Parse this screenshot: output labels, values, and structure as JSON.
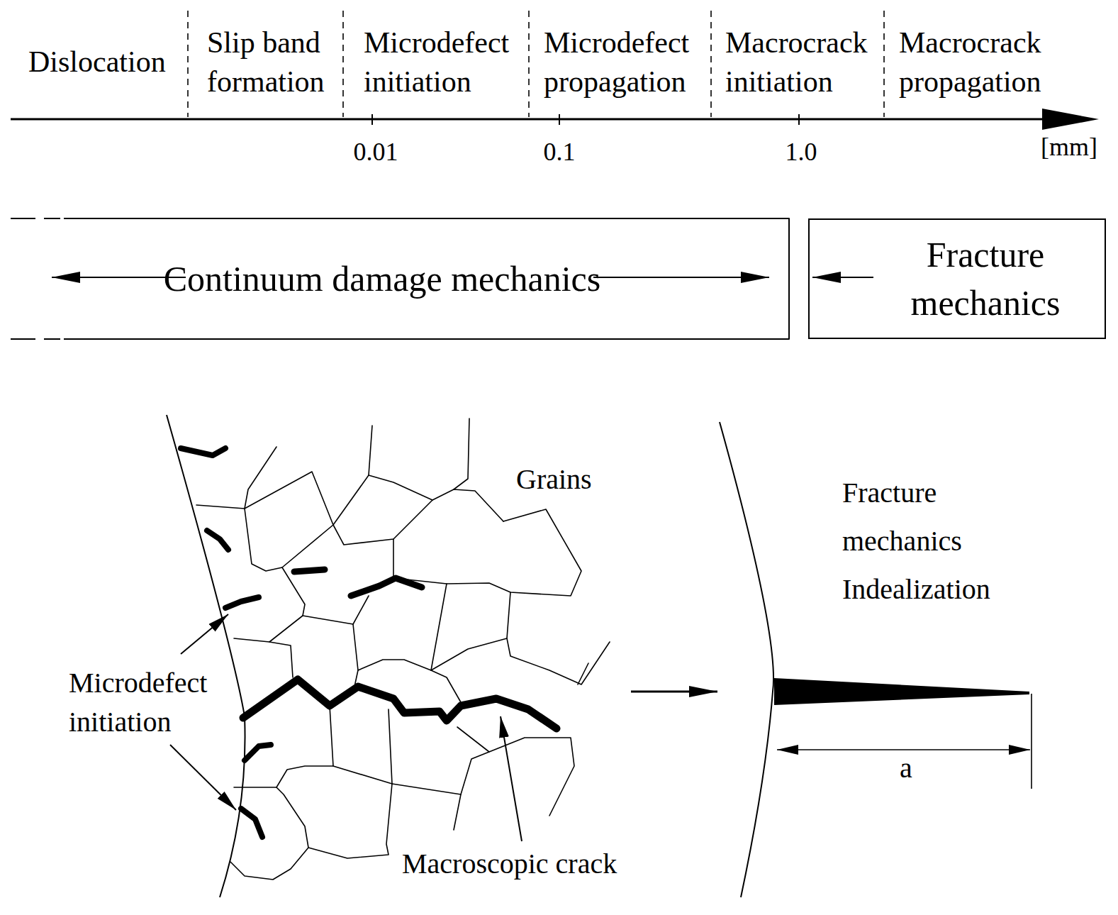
{
  "diagram": {
    "nodes": [
      {
        "text": [
          "Continuum damage mechanics"
        ]
      },
      {
        "text": [
          "Fracture mechanics"
        ]
      }
    ],
    "edges": [],
    "labels": [
      "Dislocation",
      "Slip band formation",
      "Microdefect initiation",
      "Microdefect propagation",
      "Macrocrack initiation",
      "Macrocrack propagation",
      "0.01",
      "0.1",
      "1.0",
      "[mm]",
      "Grains",
      "Fracture mechanics Indealization",
      "Microdefect initiation",
      "Macroscopic crack",
      "a"
    ]
  }
}
